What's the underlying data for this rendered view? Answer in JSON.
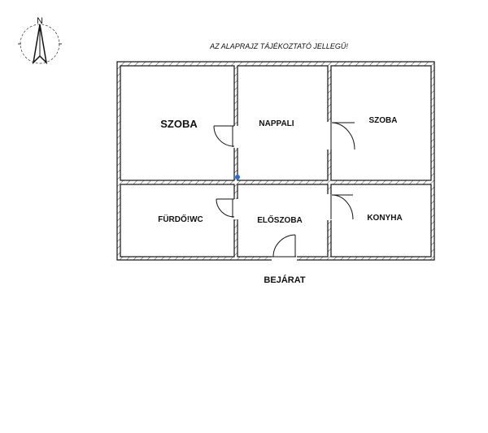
{
  "compass": {
    "label": "N"
  },
  "note": "AZ ALAPRAJZ TÁJÉKOZTATÓ JELLEGŰ!",
  "rooms": {
    "bedroom_left": "SZOBA",
    "living": "NAPPALI",
    "bedroom_right": "SZOBA",
    "bathroom": "FÜRDŐ!WC",
    "hall": "ELŐSZOBA",
    "kitchen": "KONYHA"
  },
  "entrance": "BEJÁRAT",
  "colors": {
    "marker": "#1e6fd9",
    "line": "#111111"
  }
}
